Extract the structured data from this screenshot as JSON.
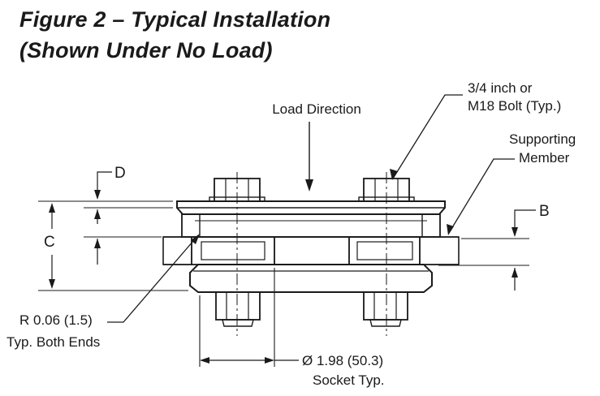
{
  "figure": {
    "title_line1": "Figure 2 – Typical Installation",
    "title_line2": "(Shown Under No Load)"
  },
  "labels": {
    "load_direction": "Load Direction",
    "bolt_line1": "3/4 inch or",
    "bolt_line2": "M18 Bolt (Typ.)",
    "supporting_line1": "Supporting",
    "supporting_line2": "Member",
    "dim_d": "D",
    "dim_b": "B",
    "dim_c": "C",
    "radius_line1": "R 0.06 (1.5)",
    "radius_line2": "Typ. Both Ends",
    "socket_line1": "Ø 1.98 (50.3)",
    "socket_line2": "Socket Typ."
  }
}
